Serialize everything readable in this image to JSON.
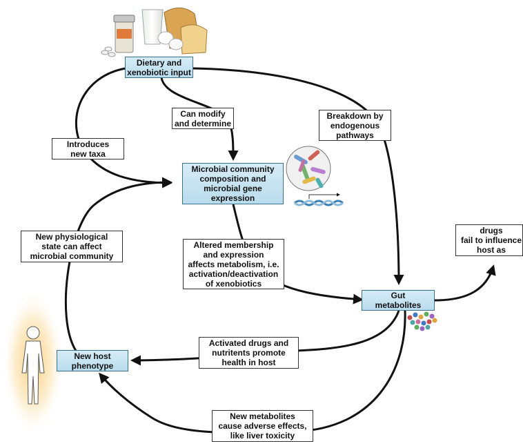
{
  "nodes": {
    "dietary_input": "Dietary and\nxenobiotic input",
    "can_modify": "Can modify\nand determine",
    "breakdown": "Breakdown by\nendogenous\npathways",
    "introduces": "Introduces\nnew taxa",
    "microbial": "Microbial community\ncomposition and\nmicrobial gene\nexpression",
    "new_physiological": "New physiological\nstate can affect\nmicrobial community",
    "altered": "Altered membership\nand expression\naffects metabolism, i.e.\nactivation/deactivation\nof xenobiotics",
    "gut": "Gut\nmetabolites",
    "deactivated": "Deactived drugs\nfail to influence\nhost as intended",
    "activated": "Activated drugs and\nnutritents promote\nhealth in host",
    "new_host": "New host\nphenotype",
    "new_metabolites": "New metabolites\ncause adverse effects,\nlike liver toxicity"
  },
  "colors": {
    "highlight_fill": "#c4e3f1",
    "arrow": "#111111",
    "glow": "#f7c66a"
  },
  "icons": [
    "pill-bottle-icon",
    "milk-glass-icon",
    "bread-icon",
    "eggs-icon",
    "microbe-cluster-icon",
    "dna-helix-icon",
    "metabolite-dots-icon",
    "human-figure-icon"
  ]
}
